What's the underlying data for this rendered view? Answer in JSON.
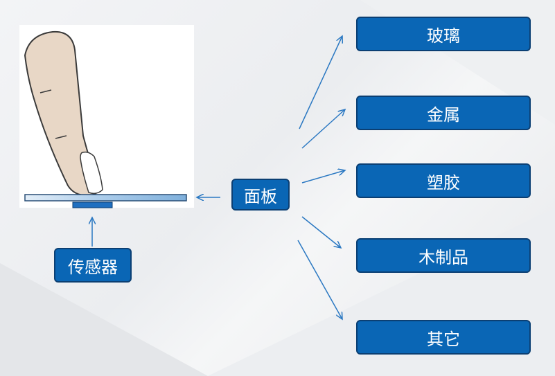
{
  "nodes": {
    "sensor": "传感器",
    "panel": "面板",
    "materials": [
      "玻璃",
      "金属",
      "塑胶",
      "木制品",
      "其它"
    ]
  },
  "colors": {
    "box_fill": "#0a66b5",
    "box_border": "#0b3f73",
    "arrow": "#2a78c2",
    "glass_plate": "#a9cbea",
    "sensor_chip": "#1f6fc0",
    "finger": "#e8d7c6"
  },
  "icons": [
    "finger-illustration",
    "glass-panel-plate",
    "sensor-chip"
  ]
}
